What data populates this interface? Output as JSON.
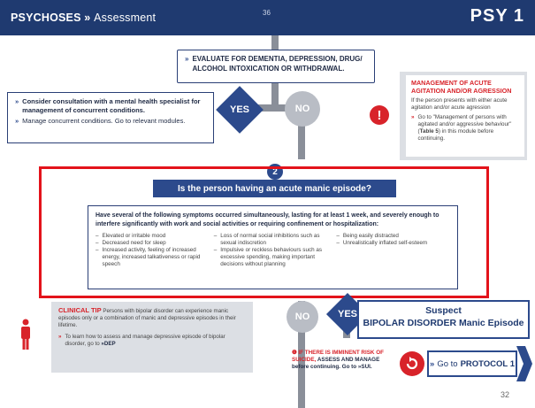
{
  "header": {
    "section": "PSYCHOSES",
    "separator": "»",
    "page_title": "Assessment",
    "module_code": "PSY 1",
    "top_page_number": "36"
  },
  "evaluate_box": {
    "text": "EVALUATE FOR DEMENTIA, DEPRESSION, DRUG/ ALCOHOL INTOXICATION OR WITHDRAWAL."
  },
  "yes_label": "YES",
  "no_label": "NO",
  "consult_box": {
    "item1": "Consider consultation with a mental health specialist for management of concurrent conditions.",
    "item2": "Manage concurrent conditions. Go to relevant modules."
  },
  "agitation_box": {
    "title": "MANAGEMENT OF ACUTE AGITATION AND/OR AGRESSION",
    "intro": "If the person presents with either acute agitation and/or acute agression",
    "go_to_prefix": "Go to \"Management of persons with agitated and/or aggressive behaviour\" (",
    "table_ref": "Table 5",
    "go_to_suffix": ") in this module before continuing."
  },
  "step_number": "2",
  "question": "Is the person having an acute manic episode?",
  "symptoms": {
    "lead": "Have several of the following symptoms occurred simultaneously, lasting for at least 1 week, and severely enough to interfere significantly with work and social activities or requiring confinement or hospitalization:",
    "col1": [
      "Elevated or irritable mood",
      "Decreased need for sleep",
      "Increased activity, feeling of increased energy, increased talkativeness or rapid speech"
    ],
    "col2": [
      "Loss of normal social inhibitions such as sexual indiscretion",
      "Impulsive or reckless behaviours such as excessive spending, making important decisions without planning"
    ],
    "col3": [
      "Being easily distracted",
      "Unrealistically inflated self-esteem"
    ]
  },
  "clinical_tip": {
    "label": "CLINICAL TIP",
    "text": "Persons with bipolar disorder can experience manic episodes only or a combination of manic and depressive episodes in their lifetime.",
    "learn_text": "To learn how to assess and manage depressive episode of bipolar disorder, go to",
    "learn_ref": "DEP"
  },
  "suspect_box": {
    "line1": "Suspect",
    "line2": "BIPOLAR DISORDER Manic Episode"
  },
  "suicide_note": {
    "red_text": "IF THERE IS IMMINENT RISK OF SUICIDE,",
    "dark_text": "ASSESS AND MANAGE before continuing. Go to",
    "ref": "SUI"
  },
  "protocol_button": {
    "prefix": "Go to",
    "label": "PROTOCOL 1"
  },
  "page_number": "32",
  "colors": {
    "navy": "#1f3a70",
    "accent_blue": "#2c4a8c",
    "red": "#d8232a",
    "grey": "#b9bdc5"
  }
}
